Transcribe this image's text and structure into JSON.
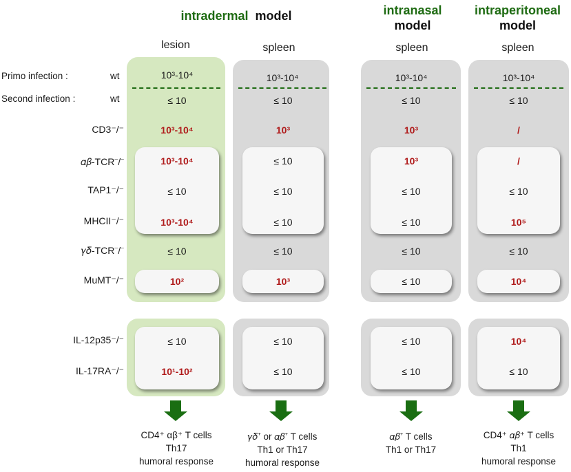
{
  "headers": {
    "intradermal_word": "intradermal",
    "model_word": "model",
    "intranasal_word": "intranasal",
    "intraperitoneal_word": "intraperitoneal"
  },
  "columns": [
    {
      "subheader": "lesion",
      "primo": "10³-10⁴"
    },
    {
      "subheader": "spleen",
      "primo": "10³-10⁴"
    },
    {
      "subheader": "spleen",
      "primo": "10³-10⁴"
    },
    {
      "subheader": "spleen",
      "primo": "10³-10⁴"
    }
  ],
  "row_labels": {
    "primo": "Primo infection :",
    "second": "Second infection :",
    "wt": "wt",
    "cd3": "CD3⁻/⁻",
    "abtcr": "𝛼𝛽-TCR⁻/⁻",
    "tap1": "TAP1⁻/⁻",
    "mhcii": "MHCII⁻/⁻",
    "gdtcr": "𝛾𝛿-TCR⁻/⁻",
    "mumt": "MuMT⁻/⁻",
    "il12": "IL-12p35⁻/⁻",
    "il17": "IL-17RA⁻/⁻"
  },
  "table": {
    "second": [
      "≤ 10",
      "≤ 10",
      "≤ 10",
      "≤ 10"
    ],
    "cd3": [
      "10³-10⁴",
      "10³",
      "10³",
      "/"
    ],
    "abtcr": [
      "10³-10⁴",
      "≤ 10",
      "10³",
      "/"
    ],
    "tap1": [
      "≤ 10",
      "≤ 10",
      "≤ 10",
      "≤ 10"
    ],
    "mhcii": [
      "10³-10⁴",
      "≤ 10",
      "≤ 10",
      "10⁵"
    ],
    "gdtcr": [
      "≤ 10",
      "≤ 10",
      "≤ 10",
      "≤ 10"
    ],
    "mumt": [
      "10²",
      "10³",
      "≤ 10",
      "10⁴"
    ],
    "il12": [
      "≤ 10",
      "≤ 10",
      "≤ 10",
      "10⁴"
    ],
    "il17": [
      "10¹-10²",
      "≤ 10",
      "≤ 10",
      "≤ 10"
    ]
  },
  "footers": [
    [
      "CD4⁺ αβ⁺ T cells",
      "Th17",
      "humoral response"
    ],
    [
      "𝛾𝛿⁺ or 𝛼𝛽⁺ T cells",
      "Th1 or Th17",
      "humoral response"
    ],
    [
      "𝛼𝛽⁺ T cells",
      "Th1 or Th17"
    ],
    [
      "CD4⁺ 𝛼𝛽⁺ T cells",
      "Th1",
      "humoral response"
    ]
  ],
  "colors": {
    "header_green": "#1e6b12",
    "highlight_red": "#b01b1b",
    "panel_green": "#d6e8c0",
    "panel_grey": "#d9d9d9",
    "arrow_green": "#1a6e12"
  }
}
